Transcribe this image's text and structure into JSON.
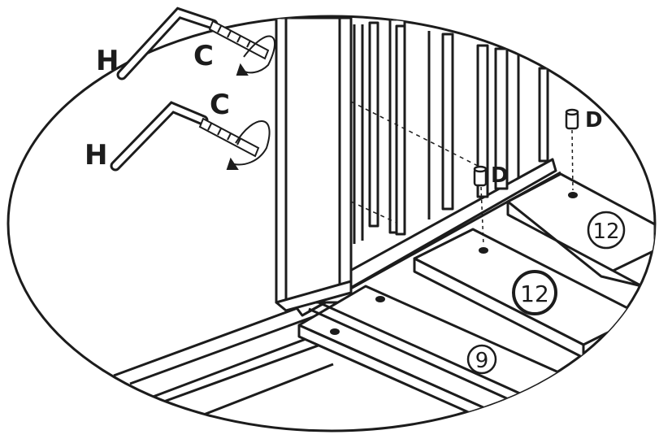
{
  "labels": {
    "h_top": "H",
    "h_bottom": "H",
    "c_top": "C",
    "c_bottom": "C",
    "d_left": "D",
    "d_right": "D"
  },
  "part_numbers": {
    "board_9": "9",
    "board_12_back": "12",
    "board_12_front": "12"
  },
  "colors": {
    "ink": "#1c1c1c",
    "paper": "#ffffff"
  },
  "icons": [
    "allen-key-icon",
    "screw-icon",
    "rotation-arrow-icon",
    "dowel-icon"
  ]
}
